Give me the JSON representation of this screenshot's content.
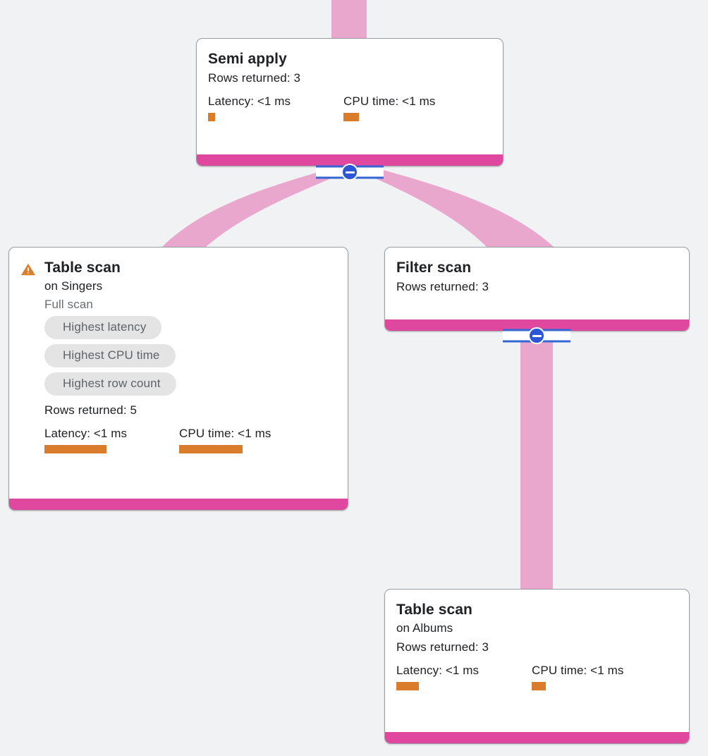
{
  "theme": {
    "background": "#f1f2f4",
    "node_background": "#ffffff",
    "node_border": "#9aa0a6",
    "footer_bar": "#e0479e",
    "edge_ribbon": "#e9a7ce",
    "metric_bar": "#d97c2b",
    "pill_background": "#e4e4e4",
    "pill_text": "#5f6368",
    "badge_circle": "#2b57d6",
    "badge_line": "#3367d6",
    "warning": "#d97c2b"
  },
  "nodes": {
    "semi_apply": {
      "title": "Semi apply",
      "rows_returned": "Rows returned: 3",
      "latency_label": "Latency: <1 ms",
      "cpu_label": "CPU time: <1 ms"
    },
    "table_scan_singers": {
      "title": "Table scan",
      "subtitle": "on Singers",
      "scan_type": "Full scan",
      "badges": [
        "Highest latency",
        "Highest CPU time",
        "Highest row count"
      ],
      "rows_returned": "Rows returned: 5",
      "latency_label": "Latency: <1 ms",
      "cpu_label": "CPU time: <1 ms",
      "warning_icon": "warning-triangle-icon"
    },
    "filter_scan": {
      "title": "Filter scan",
      "rows_returned": "Rows returned: 3"
    },
    "table_scan_albums": {
      "title": "Table scan",
      "subtitle": "on Albums",
      "rows_returned": "Rows returned: 3",
      "latency_label": "Latency: <1 ms",
      "cpu_label": "CPU time: <1 ms"
    }
  },
  "badges": {
    "collapse_icon": "minus-circle-icon"
  }
}
